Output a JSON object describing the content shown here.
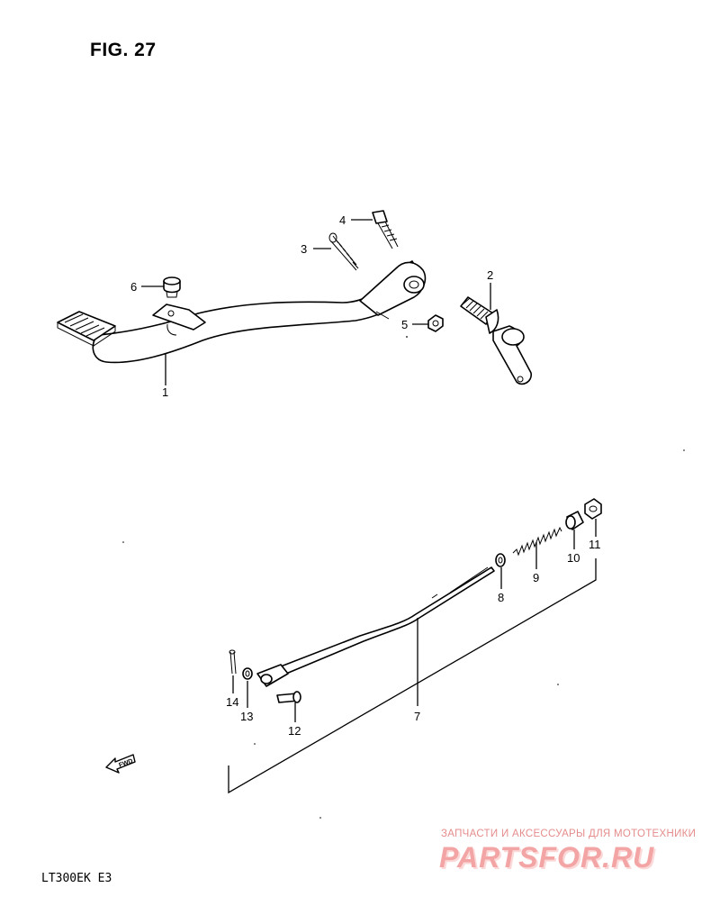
{
  "figure": {
    "title": "FIG. 27",
    "model_code": "LT300EK  E3",
    "fwd_label": "FWD"
  },
  "callouts": [
    "1",
    "2",
    "3",
    "4",
    "5",
    "6",
    "7",
    "8",
    "9",
    "10",
    "11",
    "12",
    "13",
    "14"
  ],
  "watermark": {
    "tagline": "ЗАПЧАСТИ И АКСЕССУАРЫ ДЛЯ МОТОТЕХНИКИ",
    "logo": "PARTSFOR.RU"
  }
}
